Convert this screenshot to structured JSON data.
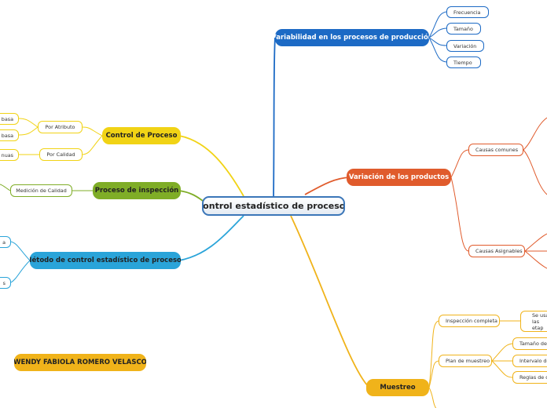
{
  "root": {
    "label": "Control estadístico de procesos"
  },
  "colors": {
    "blue": "#1c6ac5",
    "orange": "#e05b2c",
    "gold": "#f0b31a",
    "yellow": "#f1d315",
    "green": "#7fad27",
    "cyan": "#2aa4d9"
  },
  "branches": {
    "variabilidad": {
      "label": "Variabilidad en los procesos de producción",
      "items": [
        "Frecuencia",
        "Tamaño",
        "Variación",
        "Tiempo"
      ]
    },
    "variacion": {
      "label": "Variación de los productos",
      "comunes": "Causas comunes",
      "asignables": "Causas Asignables"
    },
    "muestreo": {
      "label": "Muestreo",
      "inspeccion": "Inspección completa",
      "inspeccion_detail": "Se usa\nlas etap",
      "plan": "Plan de muestreo",
      "plan_items": [
        "Tamaño de",
        "Intervalo de",
        "Reglas de d"
      ]
    },
    "control": {
      "label": "Control de Proceso",
      "atributo": "Por Atributo",
      "calidad": "Por Calidad",
      "leaves": [
        "basa",
        "basa",
        "nuas"
      ]
    },
    "inspeccion_proc": {
      "label": "Proceso de inspección",
      "medicion": "Medición de Calidad"
    },
    "metodo": {
      "label": "Método de control estadístico de procesos",
      "leaves": [
        "a",
        "s"
      ]
    },
    "author": {
      "label": "WENDY FABIOLA ROMERO VELASCO"
    }
  }
}
